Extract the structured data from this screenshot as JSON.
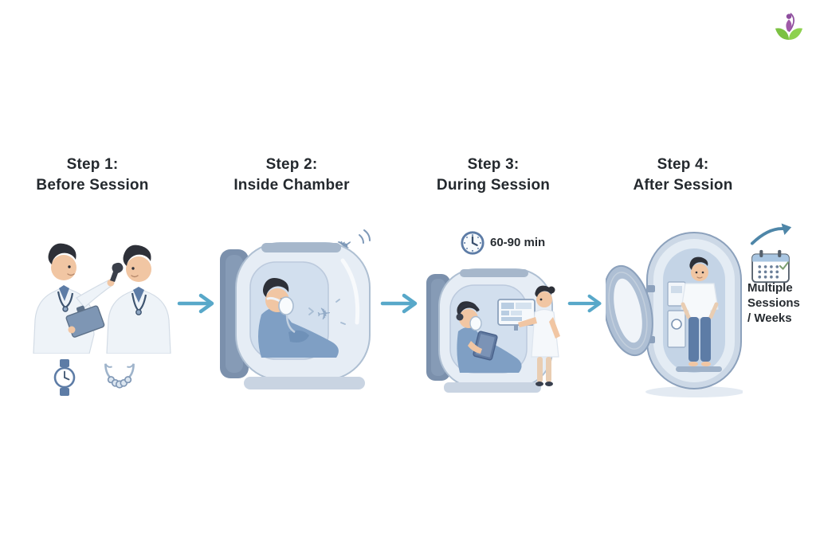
{
  "page": {
    "title": "Therapy session steps infographic"
  },
  "colors": {
    "bg": "#ffffff",
    "heading": "#24292e",
    "label": "#272c31",
    "flow_arrow": "#58a8c9",
    "skin": "#f1c6a3",
    "hair": "#2d3038",
    "steel": "#5d7ca6",
    "chamber_body": "#e6edf5",
    "chamber_window": "#d2dfee",
    "chamber_spine": "#7b90ac",
    "frame": "#8ca1bc",
    "shirt": "#7f9fc4",
    "logo_green": "#7cc142",
    "logo_purple": "#8e4e9e"
  },
  "icon_glyphs": {
    "airplane": "✈"
  },
  "brand": {
    "logo_name": "wellness-hands-logo"
  },
  "steps": [
    {
      "title_line1": "Step 1:",
      "title_line2": "Before Session",
      "illustration": "doctor-examining-patient",
      "items": [
        "wristwatch-icon",
        "necklace-icon"
      ]
    },
    {
      "title_line1": "Step 2:",
      "title_line2": "Inside Chamber",
      "illustration": "patient-reclining-in-chamber-with-oxygen-mask",
      "items": [
        "airplane-icon"
      ]
    },
    {
      "title_line1": "Step 3:",
      "title_line2": "During Session",
      "duration_label": "60-90 min",
      "illustration": "patient-in-chamber-with-attendant",
      "items": [
        "clock-icon"
      ]
    },
    {
      "title_line1": "Step 4:",
      "title_line2": "After Session",
      "note_lines": [
        "Multiple",
        "Sessions",
        "/ Weeks"
      ],
      "illustration": "person-standing-in-open-chamber",
      "items": [
        "growth-arrow-icon",
        "calendar-icon"
      ]
    }
  ]
}
